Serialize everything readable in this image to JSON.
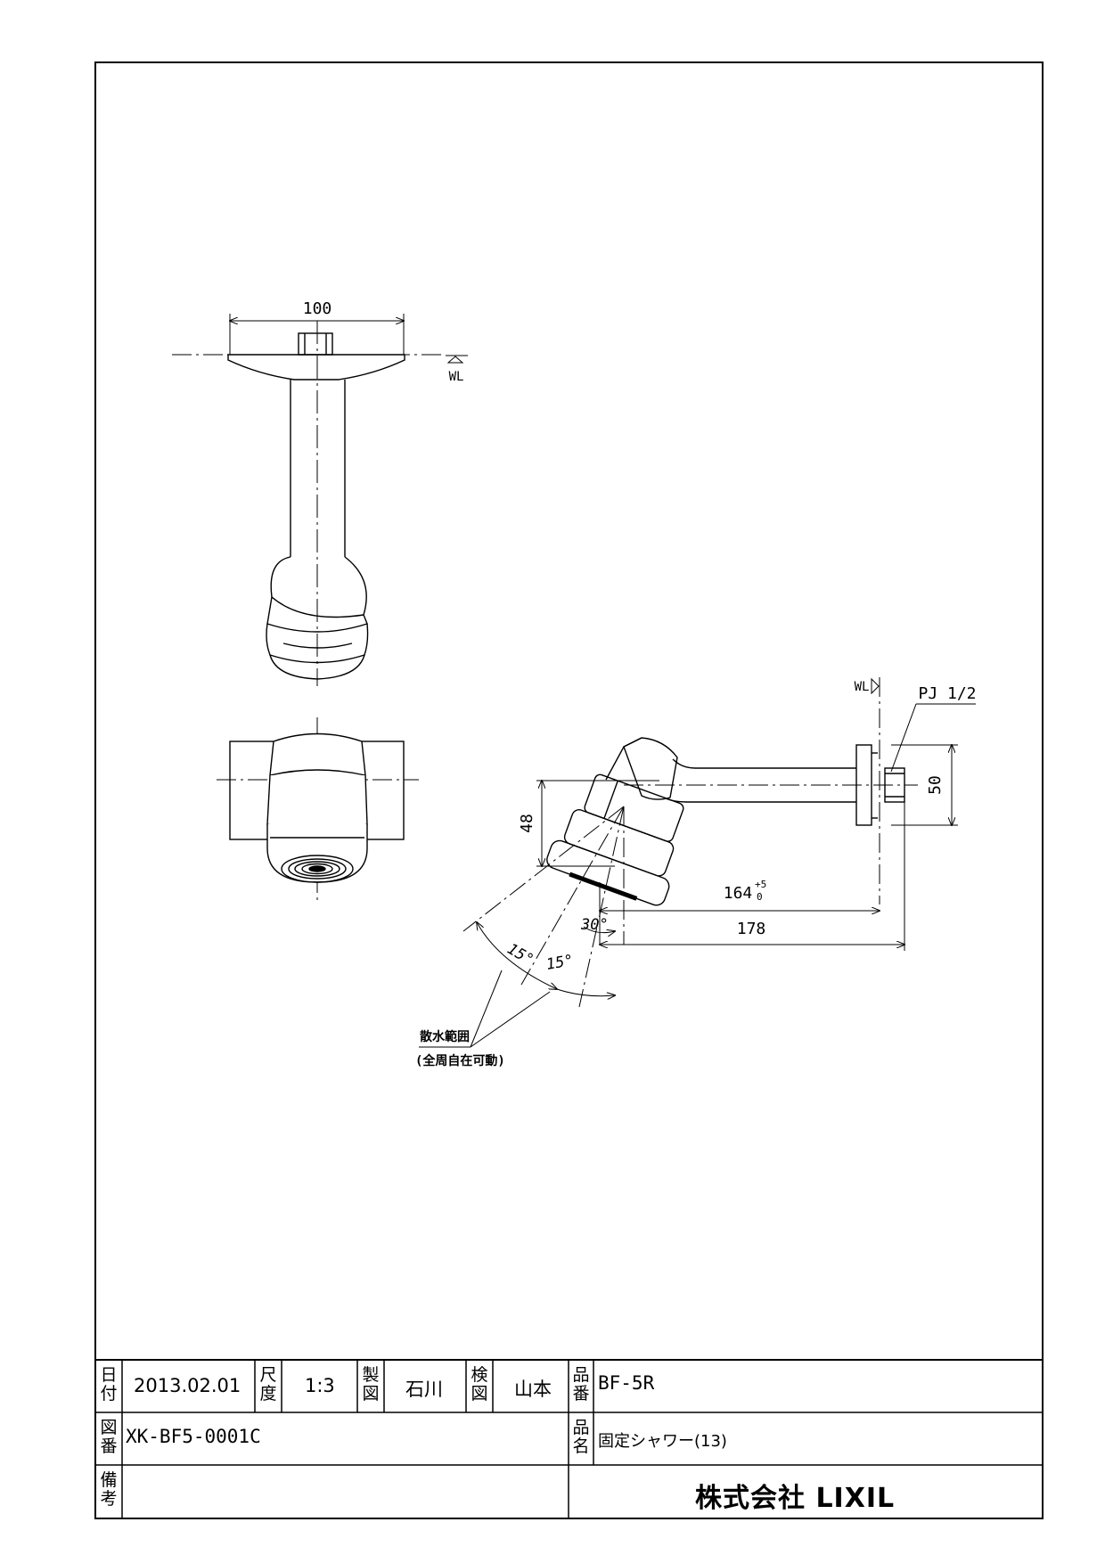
{
  "drawing": {
    "views": {
      "top": {
        "dim_width": "100",
        "wl_label": "WL"
      },
      "side": {
        "wl_label": "WL",
        "thread_label": "PJ 1/2",
        "dim_height": "50",
        "dim_head": "48",
        "dim_reach": "164",
        "dim_reach_tol_upper": "+5",
        "dim_reach_tol_lower": "0",
        "dim_total": "178",
        "angle_tilt": "30°",
        "angle_spray_1": "15°",
        "angle_spray_2": "15°",
        "note_line1": "散水範囲",
        "note_line2": "(全周自在可動)"
      }
    }
  },
  "title_block": {
    "date_label": "日付",
    "date_value": "2013.02.01",
    "scale_label": "尺度",
    "scale_value": "1:3",
    "drawn_label": "製図",
    "drawn_value": "石川",
    "checked_label": "検図",
    "checked_value": "山本",
    "part_no_label": "品番",
    "part_no_value": "BF-5R",
    "drawing_no_label": "図番",
    "drawing_no_value": "XK-BF5-0001C",
    "part_name_label": "品名",
    "part_name_value": "固定シャワー(13)",
    "remarks_label": "備考",
    "remarks_value": "",
    "company": "株式会社 LIXIL"
  }
}
